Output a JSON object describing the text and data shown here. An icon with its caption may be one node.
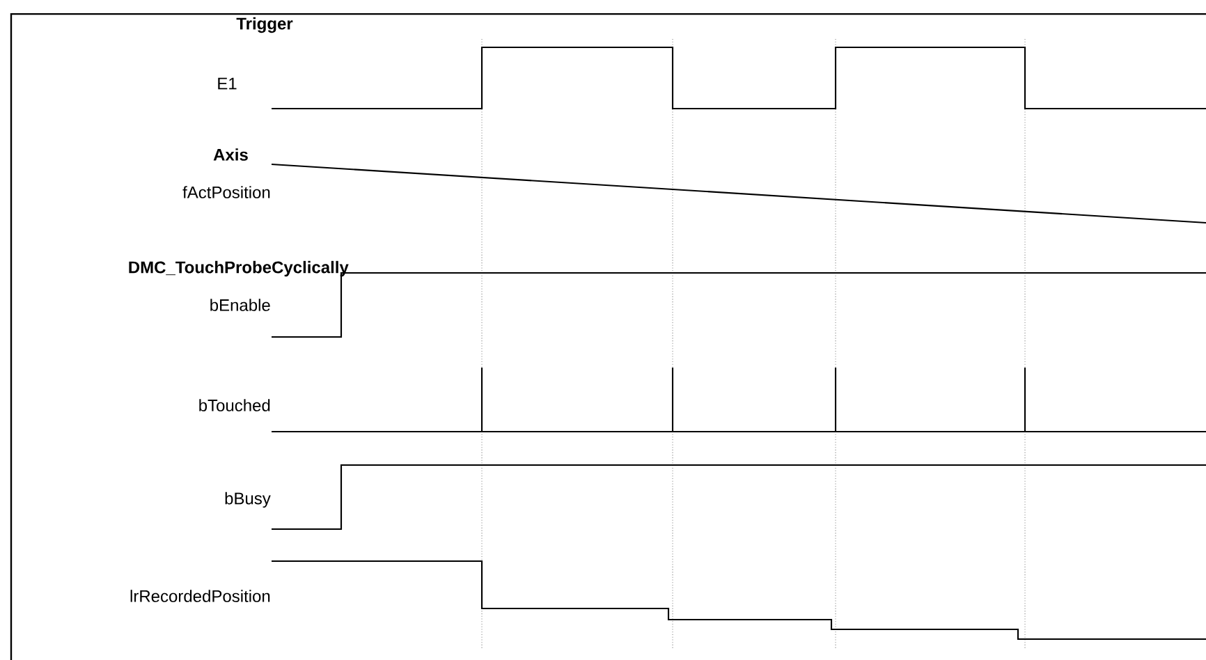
{
  "diagram": {
    "labels": [
      "Trigger",
      "E1",
      "Axis",
      "fActPosition",
      "DMC_TouchProbeCyclically",
      "bEnable",
      "bTouched",
      "bBusy",
      "lrRecordedPosition"
    ]
  }
}
